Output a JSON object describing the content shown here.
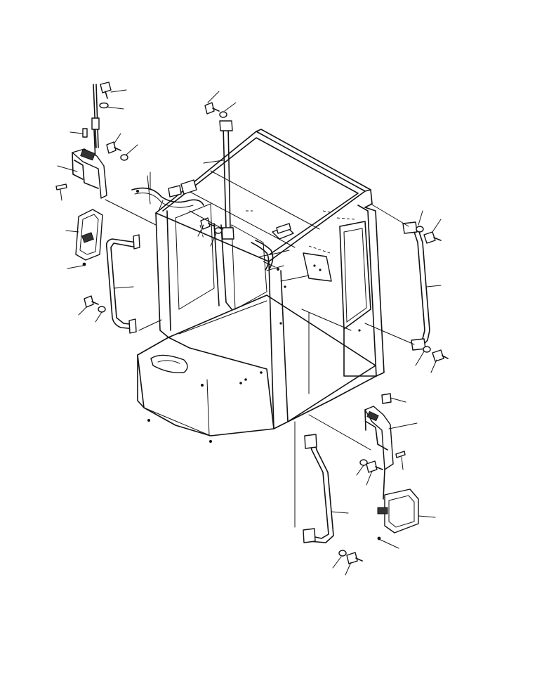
{
  "diagram": {
    "colors": {
      "line": "#111111",
      "background": "#ffffff",
      "shading": "#333333"
    },
    "parts": [
      "cab-frame",
      "antenna",
      "left-mirror-bracket",
      "left-mirror",
      "left-handrail",
      "rear-vertical-handrail",
      "right-upper-handrail",
      "right-mirror-bracket",
      "right-mirror",
      "right-lower-handrail",
      "wiring-harness-left",
      "wiring-harness-center",
      "bolt",
      "washer",
      "pin"
    ]
  }
}
